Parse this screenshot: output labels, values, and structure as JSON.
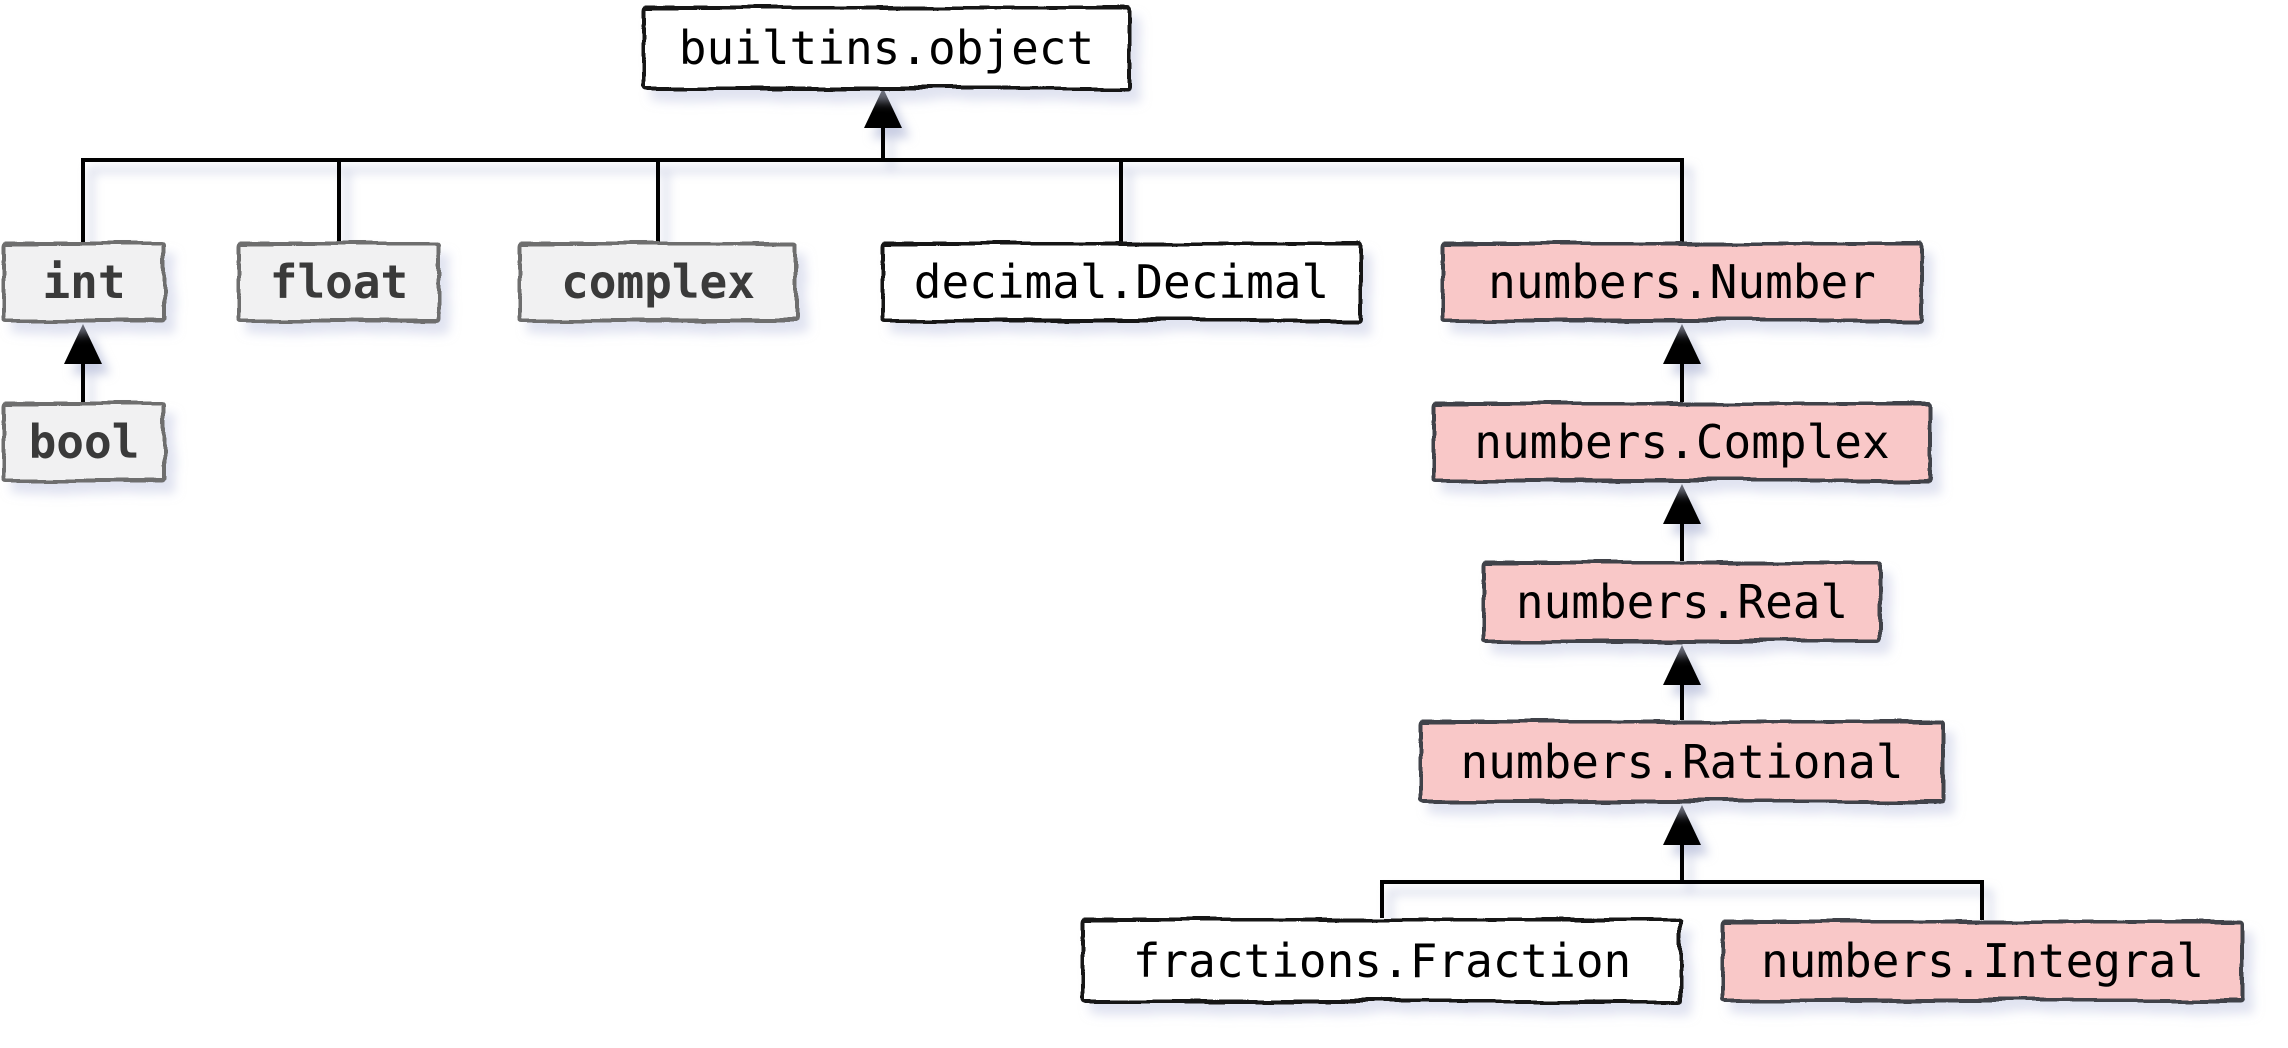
{
  "diagram": {
    "title": "Python numeric types class hierarchy",
    "background_color": "#ffffff",
    "line_color": "#000000",
    "shadow_color": "rgba(148,157,200,0.55)",
    "styles": {
      "plain": {
        "fill": "#ffffff",
        "border": "#161616",
        "text": "#000000",
        "bold": false
      },
      "gray": {
        "fill": "#f1f1f2",
        "border": "#6e6e6e",
        "text": "#3a3a3a",
        "bold": true
      },
      "pink": {
        "fill": "#f9c8c8",
        "border": "#3f4348",
        "text": "#000000",
        "bold": false
      }
    },
    "nodes": [
      {
        "id": "builtins-object",
        "label": "builtins.object",
        "category": "plain"
      },
      {
        "id": "int",
        "label": "int",
        "category": "gray"
      },
      {
        "id": "float",
        "label": "float",
        "category": "gray"
      },
      {
        "id": "complex",
        "label": "complex",
        "category": "gray"
      },
      {
        "id": "decimal-decimal",
        "label": "decimal.Decimal",
        "category": "plain"
      },
      {
        "id": "numbers-number",
        "label": "numbers.Number",
        "category": "pink"
      },
      {
        "id": "bool",
        "label": "bool",
        "category": "gray"
      },
      {
        "id": "numbers-complex",
        "label": "numbers.Complex",
        "category": "pink"
      },
      {
        "id": "numbers-real",
        "label": "numbers.Real",
        "category": "pink"
      },
      {
        "id": "numbers-rational",
        "label": "numbers.Rational",
        "category": "pink"
      },
      {
        "id": "fractions-fraction",
        "label": "fractions.Fraction",
        "category": "plain"
      },
      {
        "id": "numbers-integral",
        "label": "numbers.Integral",
        "category": "pink"
      }
    ],
    "edges": [
      {
        "child": "int",
        "parent": "builtins.object"
      },
      {
        "child": "float",
        "parent": "builtins.object"
      },
      {
        "child": "complex",
        "parent": "builtins.object"
      },
      {
        "child": "decimal.Decimal",
        "parent": "builtins.object"
      },
      {
        "child": "numbers.Number",
        "parent": "builtins.object"
      },
      {
        "child": "bool",
        "parent": "int"
      },
      {
        "child": "numbers.Complex",
        "parent": "numbers.Number"
      },
      {
        "child": "numbers.Real",
        "parent": "numbers.Complex"
      },
      {
        "child": "numbers.Rational",
        "parent": "numbers.Real"
      },
      {
        "child": "fractions.Fraction",
        "parent": "numbers.Rational"
      },
      {
        "child": "numbers.Integral",
        "parent": "numbers.Rational"
      }
    ]
  }
}
